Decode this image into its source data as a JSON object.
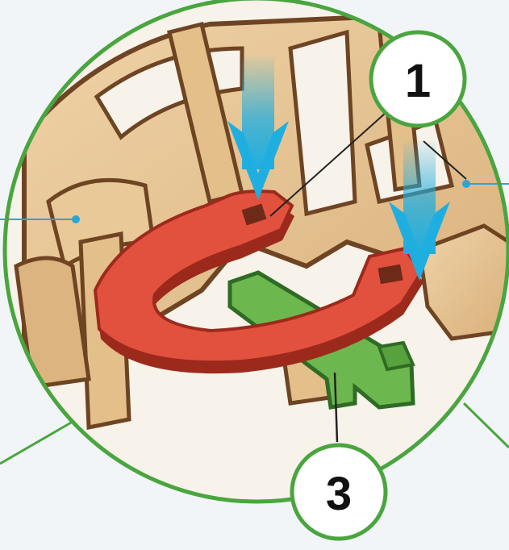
{
  "diagram": {
    "callouts": [
      {
        "id": "callout-1",
        "label": "1"
      },
      {
        "id": "callout-3",
        "label": "3"
      }
    ],
    "colors": {
      "background": "#f2f5f7",
      "ring": "#4aa53f",
      "wood_light": "#e6c596",
      "wood_dark": "#6e4423",
      "red_part": "#e2513d",
      "red_part_edge": "#9c2a1c",
      "green_part": "#6db84e",
      "green_part_edge": "#2f6b24",
      "arrow": "#1faee0",
      "leader_line": "#222222",
      "pointer_line": "#2aa5d6"
    },
    "icons": [
      "down-arrow-icon",
      "down-arrow-icon"
    ]
  }
}
